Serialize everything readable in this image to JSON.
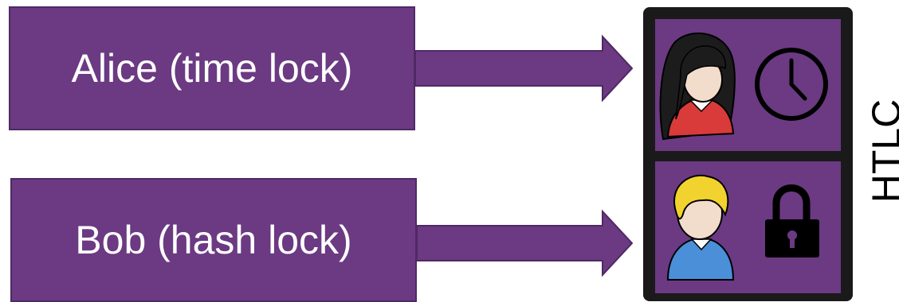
{
  "boxes": {
    "alice_label": "Alice (time lock)",
    "bob_label": "Bob (hash lock)"
  },
  "container": {
    "label": "HTLC"
  },
  "icons": {
    "alice": "alice-avatar-icon",
    "clock": "clock-icon",
    "bob": "bob-avatar-icon",
    "lock": "padlock-icon"
  },
  "colors": {
    "box_fill": "#6b3a82",
    "container_border": "#1a1a1a",
    "alice_shirt": "#d93a3a",
    "bob_shirt": "#4a8fd8",
    "bob_hair": "#f2d22e"
  }
}
